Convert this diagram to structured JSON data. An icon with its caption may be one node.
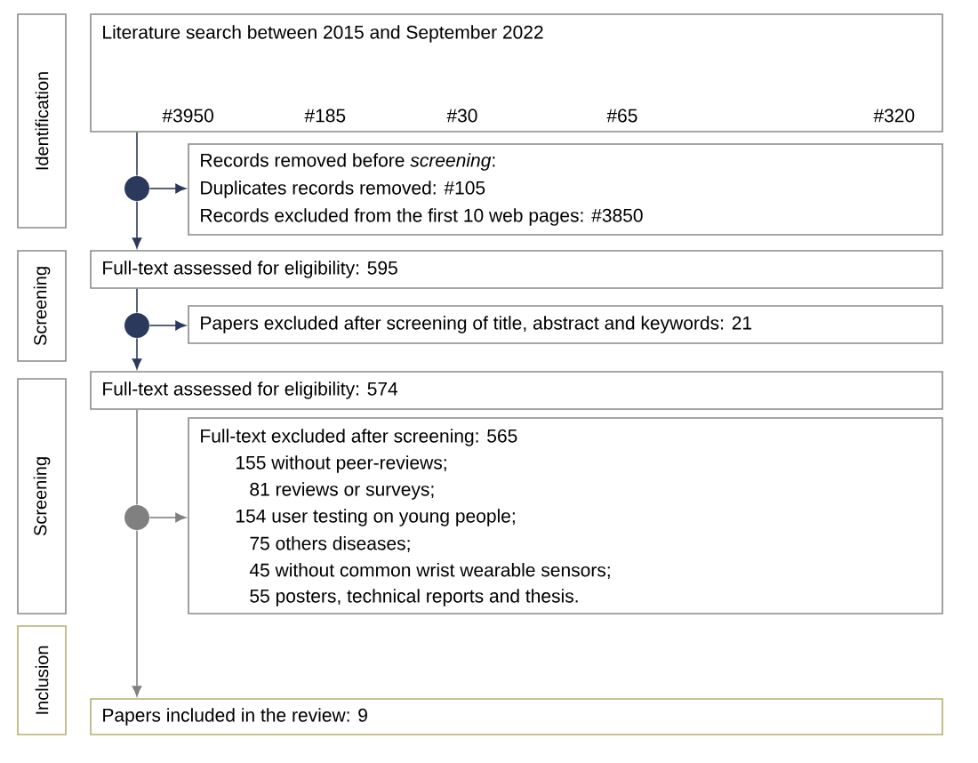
{
  "diagram": {
    "nodes": [
      {
        "text": [
          "Identification"
        ]
      },
      {
        "text": [
          "Screening"
        ]
      },
      {
        "text": [
          "Screening"
        ]
      },
      {
        "text": [
          "Inclusion"
        ]
      },
      {
        "text": [
          "Literature search between 2015 and September 2022",
          "#3950",
          "#185",
          "#30",
          "#65",
          "#320"
        ]
      },
      {
        "text": [
          "Records removed before *screening*:",
          "Duplicates records removed: #105",
          "Records excluded from the first 10 web pages: #3850"
        ]
      },
      {
        "text": [
          "Full-text assessed for eligibility: 595"
        ]
      },
      {
        "text": [
          "Papers excluded after screening of title, abstract and keywords: 21"
        ]
      },
      {
        "text": [
          "Full-text assessed for eligibility: 574"
        ]
      },
      {
        "text": [
          "Full-text excluded after screening: 565",
          "155 without peer-reviews;",
          "81 reviews or surveys;",
          "154 user testing on young people;",
          "75 others diseases;",
          "45 without common wrist wearable sensors;",
          "55 posters, technical reports and thesis."
        ]
      },
      {
        "text": [
          "Papers included in the review: 9"
        ]
      },
      {
        "text": [],
        "shape": "circle"
      },
      {
        "text": [],
        "shape": "circle"
      },
      {
        "text": [],
        "shape": "circle"
      }
    ],
    "edges": [
      {
        "from": 4,
        "to": 11,
        "arrow": "none"
      },
      {
        "from": 11,
        "to": 5,
        "arrow": "to"
      },
      {
        "from": 11,
        "to": 6,
        "arrow": "to"
      },
      {
        "from": 6,
        "to": 12,
        "arrow": "none"
      },
      {
        "from": 12,
        "to": 7,
        "arrow": "to"
      },
      {
        "from": 12,
        "to": 8,
        "arrow": "to"
      },
      {
        "from": 8,
        "to": 13,
        "arrow": "none",
        "color": "#808080"
      },
      {
        "from": 13,
        "to": 9,
        "arrow": "to",
        "color": "#808080"
      },
      {
        "from": 13,
        "to": 10,
        "arrow": "to",
        "color": "#808080"
      }
    ]
  }
}
